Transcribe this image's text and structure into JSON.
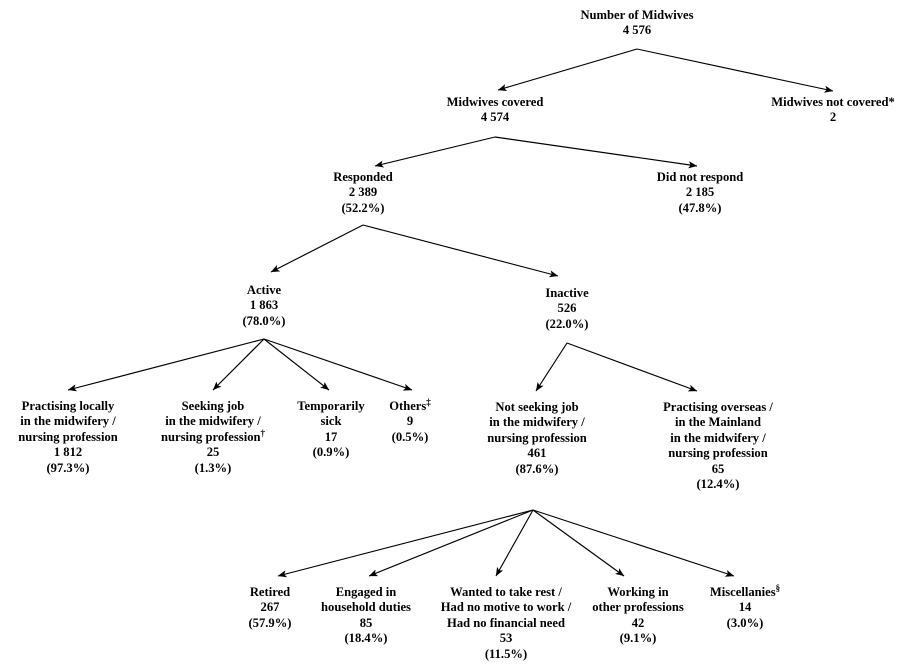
{
  "diagram": {
    "title": "Number of Midwives flow diagram",
    "line_color": "#000000",
    "text_color": "#000000",
    "background": "#ffffff",
    "nodes": {
      "total": {
        "label": "Number of Midwives",
        "count": "4 576",
        "percent": ""
      },
      "covered": {
        "label": "Midwives covered",
        "count": "4 574",
        "percent": ""
      },
      "not_covered": {
        "label": "Midwives not covered*",
        "count": "2",
        "percent": ""
      },
      "responded": {
        "label": "Responded",
        "count": "2 389",
        "percent": "(52.2%)"
      },
      "did_not_respond": {
        "label": "Did not respond",
        "count": "2 185",
        "percent": "(47.8%)"
      },
      "active": {
        "label": "Active",
        "count": "1 863",
        "percent": "(78.0%)"
      },
      "inactive": {
        "label": "Inactive",
        "count": "526",
        "percent": "(22.0%)"
      },
      "practising_locally": {
        "line1": "Practising locally",
        "line2": "in the midwifery /",
        "line3": "nursing profession",
        "count": "1 812",
        "percent": "(97.3%)"
      },
      "seeking_job": {
        "line1": "Seeking job",
        "line2": "in the midwifery /",
        "line3": "nursing profession",
        "marker": "†",
        "count": "25",
        "percent": "(1.3%)"
      },
      "temporarily_sick": {
        "line1": "Temporarily",
        "line2": "sick",
        "count": "17",
        "percent": "(0.9%)"
      },
      "others": {
        "line1": "Others",
        "marker": "‡",
        "count": "9",
        "percent": "(0.5%)"
      },
      "not_seeking_job": {
        "line1": "Not seeking job",
        "line2": "in the midwifery /",
        "line3": "nursing profession",
        "count": "461",
        "percent": "(87.6%)"
      },
      "practising_overseas": {
        "line1": "Practising overseas /",
        "line2": "in the Mainland",
        "line3": "in the midwifery /",
        "line4": "nursing profession",
        "count": "65",
        "percent": "(12.4%)"
      },
      "retired": {
        "line1": "Retired",
        "count": "267",
        "percent": "(57.9%)"
      },
      "household_duties": {
        "line1": "Engaged in",
        "line2": "household duties",
        "count": "85",
        "percent": "(18.4%)"
      },
      "wanted_rest": {
        "line1": "Wanted to take rest /",
        "line2": "Had no motive to work /",
        "line3": "Had no financial need",
        "count": "53",
        "percent": "(11.5%)"
      },
      "other_professions": {
        "line1": "Working in",
        "line2": "other professions",
        "count": "42",
        "percent": "(9.1%)"
      },
      "miscellanies": {
        "line1": "Miscellanies",
        "marker": "§",
        "count": "14",
        "percent": "(3.0%)"
      }
    }
  }
}
